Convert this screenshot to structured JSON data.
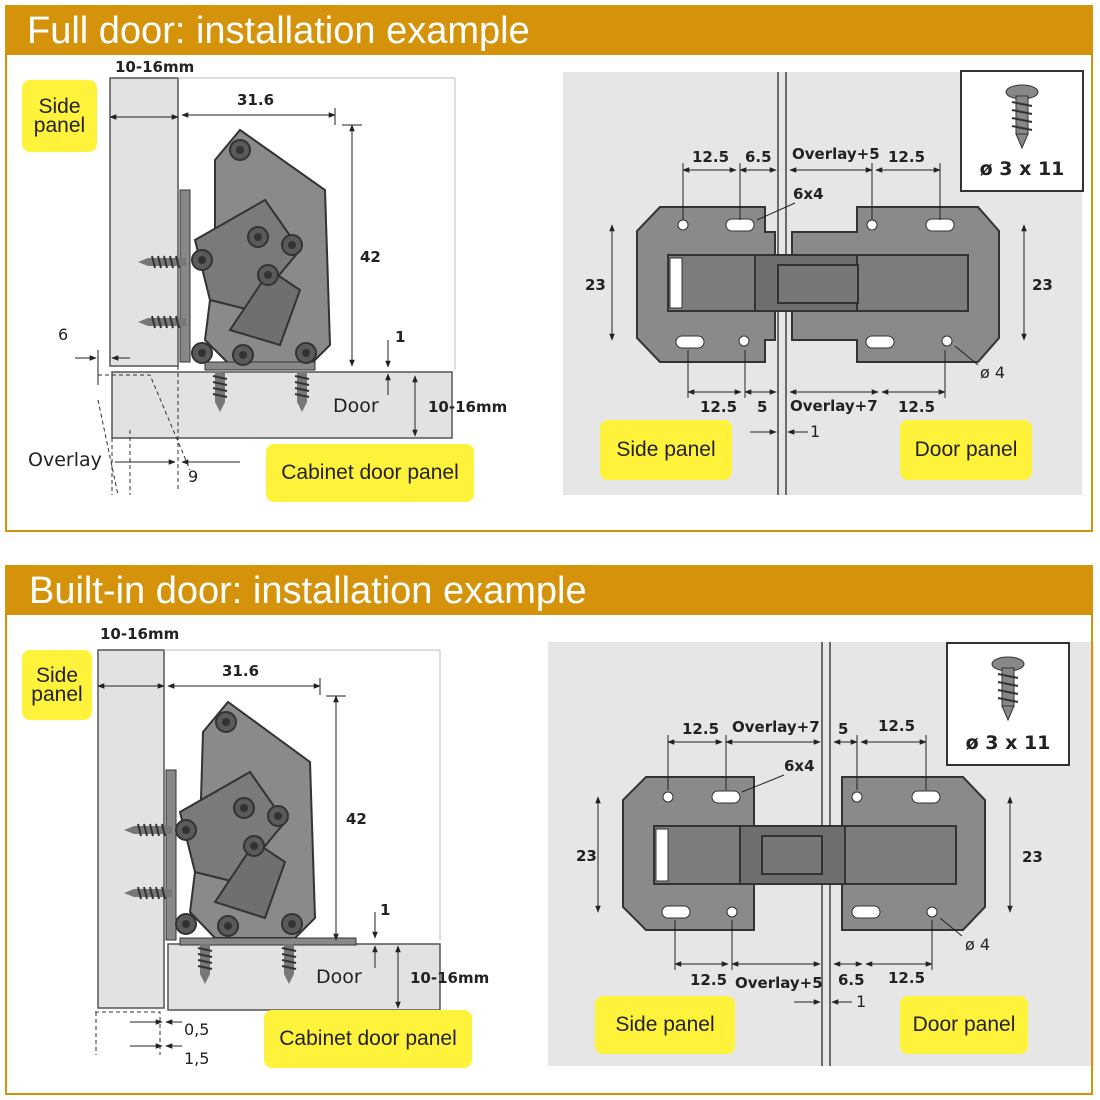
{
  "colors": {
    "banner": "#d4930b",
    "note": "#fff23a",
    "panel_gray": "#e2e2e2",
    "hinge_gray": "#8a8a8a"
  },
  "full": {
    "title": "Full door: installation example",
    "side_panel": "Side\npanel",
    "cabinet_door_panel": "Cabinet door panel",
    "door": "Door",
    "overlay": "Overlay",
    "thickness_top": "10-16mm",
    "thickness_door": "10-16mm",
    "dim_width": "31.6",
    "dim_height": "42",
    "dim_gap": "1",
    "dim_left": "6",
    "dim_bottom": "9",
    "plate": {
      "top_a": "12.5",
      "top_b": "6.5",
      "top_c": "Overlay+5",
      "top_d": "12.5",
      "slot": "6x4",
      "h_left": "23",
      "h_right": "23",
      "hole": "ø 4",
      "bot_a": "12.5",
      "bot_b": "5",
      "bot_c": "Overlay+7",
      "bot_d": "12.5",
      "gap": "1",
      "side_panel": "Side panel",
      "door_panel": "Door panel"
    },
    "screw": "ø 3 x 11"
  },
  "builtin": {
    "title": "Built-in door: installation example",
    "side_panel": "Side\npanel",
    "cabinet_door_panel": "Cabinet door panel",
    "door": "Door",
    "thickness_top": "10-16mm",
    "thickness_door": "10-16mm",
    "dim_width": "31.6",
    "dim_height": "42",
    "dim_gap": "1",
    "dim_small_a": "0,5",
    "dim_small_b": "1,5",
    "plate": {
      "top_a": "12.5",
      "top_b": "Overlay+7",
      "top_c": "5",
      "top_d": "12.5",
      "slot": "6x4",
      "h_left": "23",
      "h_right": "23",
      "hole": "ø 4",
      "bot_a": "12.5",
      "bot_b": "Overlay+5",
      "bot_c": "6.5",
      "bot_d": "12.5",
      "gap": "1",
      "side_panel": "Side panel",
      "door_panel": "Door panel"
    },
    "screw": "ø 3 x 11"
  }
}
